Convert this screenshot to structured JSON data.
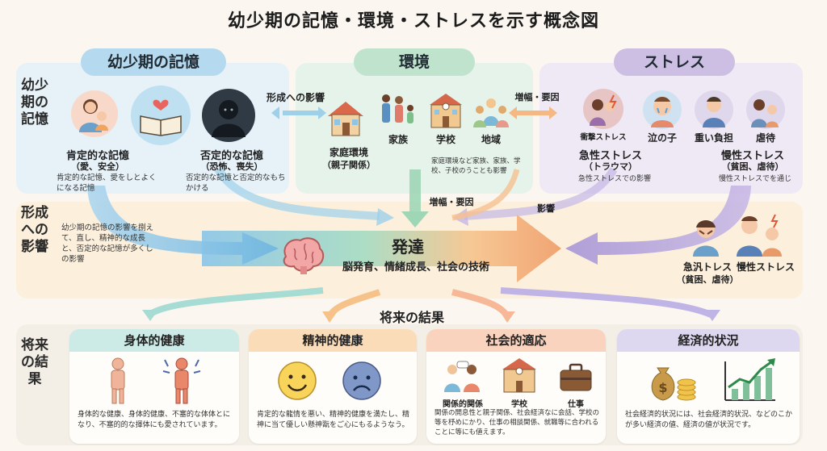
{
  "title": "幼少期の記憶・環境・ストレスを示す概念図",
  "rows": {
    "row1": "幼少期の記憶",
    "row2": "形成への影響",
    "row3": "将来の結果"
  },
  "memory": {
    "header": "幼少期の記憶",
    "positive_title": "肯定的な記憶",
    "positive_sub": "（愛、安全）",
    "positive_desc": "肯定的な記憶、愛をしとよくになる記憶",
    "negative_title": "否定的な記憶",
    "negative_sub": "（恐怖、喪失）",
    "negative_desc": "否定的な記憶と否定的なもちかける"
  },
  "environment": {
    "header": "環境",
    "home_title": "家庭環境",
    "home_sub": "（親子関係）",
    "family": "家族",
    "school": "学校",
    "community": "地域",
    "desc": "家庭環境など家族、家族、学校、子校のうことも影響"
  },
  "stress": {
    "header": "ストレス",
    "shock": "衝撃ストレス",
    "crying": "泣の子",
    "burden": "重い負担",
    "abuse": "虐待",
    "acute_title": "急性ストレス",
    "acute_sub": "（トラウマ）",
    "acute_desc": "急性ストレスでの影響",
    "chronic_title": "慢性ストレス",
    "chronic_sub": "（貧困、虐待）",
    "chronic_desc": "慢性ストレスでを通じ"
  },
  "arrows": {
    "formation_influence": "形成への影響",
    "amplify_top": "増幅・要因",
    "amplify_mid": "増幅・要因",
    "influence": "影響"
  },
  "formation_desc": "幼少期の記憶の影響を捌えて、直し、精神的な成長と、否定的な記憶が多くしの影響",
  "development": {
    "title": "発達",
    "subtitle": "脳発育、情緒成長、社会の技術"
  },
  "right_stress": {
    "acute_title": "急汎トレス",
    "acute_sub": "（貧困、虐待）",
    "chronic_title": "慢性ストレス"
  },
  "outcomes": {
    "header": "将来の結果",
    "physical": {
      "title": "身体的健康",
      "desc": "身体的な健康、身体的健康、不塞的な体体とになり、不塞的的な揮体にも愛されています。"
    },
    "mental": {
      "title": "精神的健康",
      "desc": "肯定的な龍情を悪い、精神的健康を満たし、精神に当て優しい懸神翫をご心にもるようなう。"
    },
    "social": {
      "title": "社会的適応",
      "relation": "関係的関係",
      "school": "学校",
      "work": "仕事",
      "desc": "関係の開息性と親子関係、社会経済なに会話、学校の等を杼めにかり、仕事の相談関係、就職等に合われることに等にも値えます。"
    },
    "economic": {
      "title": "経済的状況",
      "desc": "社会経済的状況には、社会経済的状況、などのこかが多い経済の値、経済の値が状況です。"
    }
  },
  "colors": {
    "memory_blue": "#cde6f4",
    "env_green": "#d7eee2",
    "stress_purple": "#e4dcef",
    "physical_teal": "#cdebe6",
    "mental_orange": "#fbdcb9",
    "social_peach": "#fad3bf",
    "economic_lavender": "#ddd8ef"
  }
}
